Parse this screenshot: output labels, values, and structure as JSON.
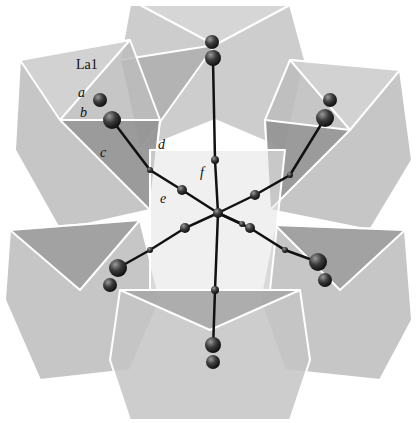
{
  "diagram": {
    "labels": [
      "La1",
      "a",
      "b",
      "c",
      "d",
      "e",
      "f"
    ]
  }
}
